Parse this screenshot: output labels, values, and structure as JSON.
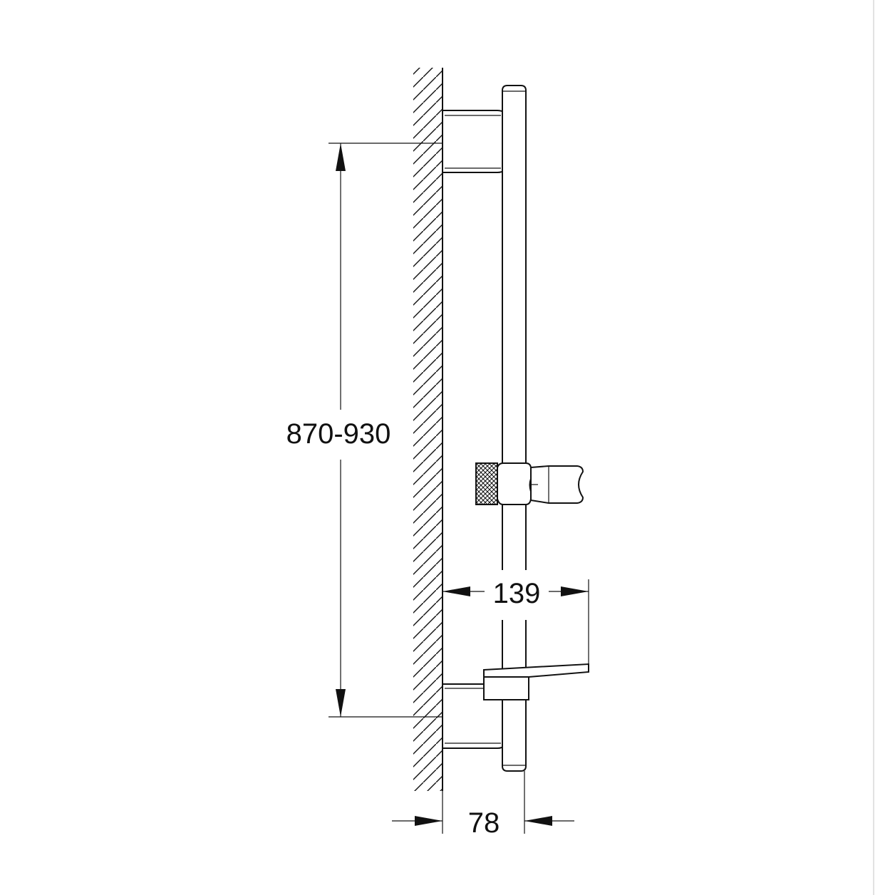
{
  "dimensions": {
    "height_range": "870-930",
    "projection": "139",
    "wall_offset": "78"
  },
  "colors": {
    "line": "#111111",
    "background": "#ffffff",
    "page_border": "#d8d8d8"
  }
}
